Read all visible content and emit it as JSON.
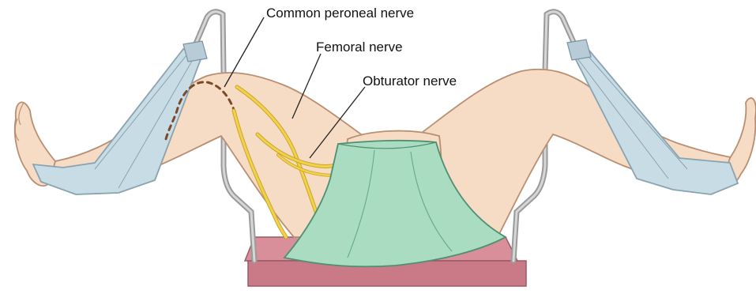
{
  "labels": {
    "common_peroneal": "Common peroneal nerve",
    "femoral": "Femoral nerve",
    "obturator": "Obturator nerve"
  },
  "colors": {
    "skin": "#f6dcc4",
    "skin_outline": "#b98f73",
    "stirrup_strap": "#c8dce6",
    "stirrup_strap_outline": "#8aa3b0",
    "stirrup_pole": "#c9c9c9",
    "nerve": "#f2d24a",
    "drape": "#a9dcc0",
    "drape_outline": "#4f8f73",
    "table_top": "#d98f9a",
    "table_base": "#c97a86",
    "leader_line": "#222222"
  }
}
